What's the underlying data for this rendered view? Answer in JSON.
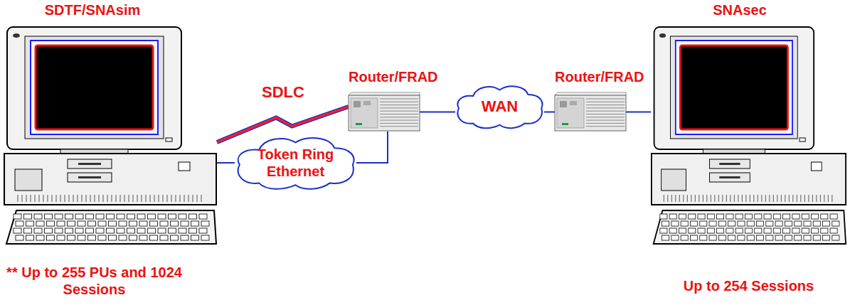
{
  "diagram": {
    "nodes": [
      {
        "text": [
          "SDTF/SNAsim",
          "** Up to 255 PUs and 1024 Sessions"
        ]
      },
      {
        "text": [
          "Router/FRAD"
        ]
      },
      {
        "text": [
          "WAN"
        ]
      },
      {
        "text": [
          "Router/FRAD"
        ]
      },
      {
        "text": [
          "SNAsec",
          "Up to 254 Sessions"
        ]
      },
      {
        "text": [
          "Token Ring Ethernet"
        ]
      }
    ],
    "edges": [
      {
        "from": 0,
        "to": 1,
        "arrow": "none",
        "label": "SDLC"
      },
      {
        "from": 1,
        "to": 2,
        "arrow": "none"
      },
      {
        "from": 2,
        "to": 3,
        "arrow": "none"
      },
      {
        "from": 3,
        "to": 4,
        "arrow": "none"
      },
      {
        "from": 0,
        "to": 5,
        "arrow": "none"
      },
      {
        "from": 5,
        "to": 1,
        "arrow": "none"
      }
    ]
  }
}
